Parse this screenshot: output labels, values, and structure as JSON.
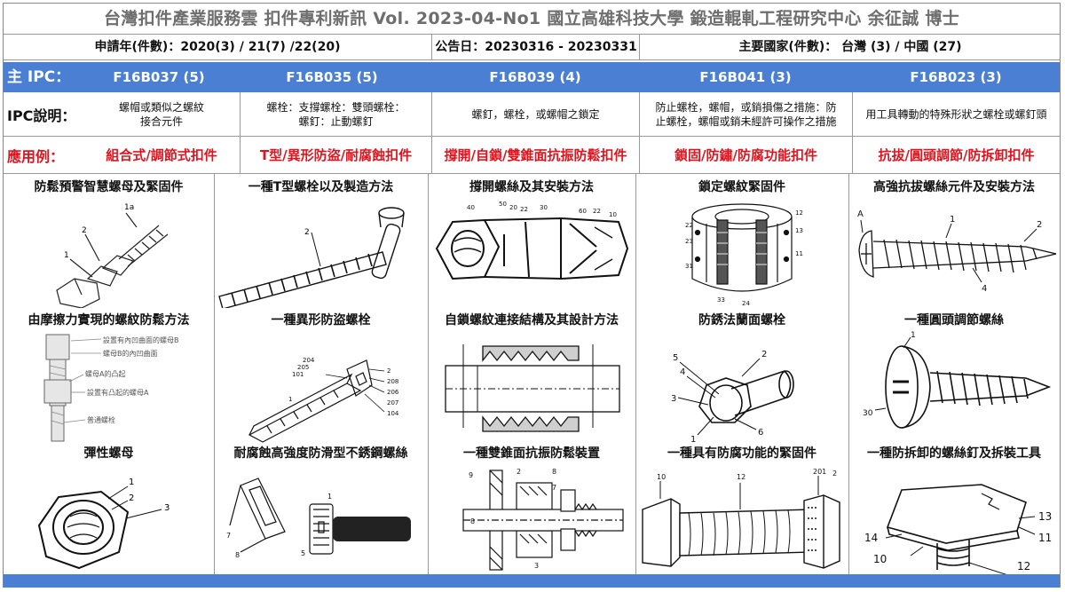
{
  "header": {
    "title": "台灣扣件產業服務雲  扣件專利新訊  Vol. 2023-04-No1  國立高雄科技大學  鍛造輥軋工程研究中心   余征誠 博士"
  },
  "meta": {
    "applications": "申請年(件數)：2020(3) / 21(7) /22(20)",
    "publication": "公告日：20230316 - 20230331",
    "countries": "主要國家(件數)： 台灣 (3) / 中國 (27)"
  },
  "ipc": {
    "label": "主 IPC：",
    "codes": [
      "F16B037 (5)",
      "F16B035 (5)",
      "F16B039 (4)",
      "F16B041 (3)",
      "F16B023 (3)"
    ]
  },
  "ipc_desc": {
    "label": "IPC說明：",
    "items": [
      "螺帽或類似之螺紋\n接合元件",
      "螺栓：支撐螺栓：雙頭螺栓：\n螺釘：止動螺釘",
      "螺釘，螺栓，或螺帽之鎖定",
      "防止螺栓，螺帽，或銷損傷之措施：防\n止螺栓，螺帽或銷未經許可操作之措施",
      "用工具轉動的特殊形狀之螺栓或螺釘頭"
    ]
  },
  "applications": {
    "label": "應用例：",
    "items": [
      "組合式/調節式扣件",
      "T型/異形防盜/耐腐蝕扣件",
      "撐開/自鎖/雙錐面抗振防鬆扣件",
      "鎖固/防鏽/防腐功能扣件",
      "抗拔/圓頭調節/防拆卸扣件"
    ]
  },
  "patents": [
    [
      {
        "title": "防鬆預警智慧螺母及緊固件"
      },
      {
        "title": "由摩擦力實現的螺紋防鬆方法",
        "labels": [
          "設置有內凹曲面的螺母B",
          "螺母B的內凹曲面",
          "螺母A的凸起",
          "設置有凸起的螺母A",
          "普通螺栓"
        ]
      },
      {
        "title": "彈性螺母"
      }
    ],
    [
      {
        "title": "一種T型螺栓以及製造方法"
      },
      {
        "title": "一種異形防盜螺栓"
      },
      {
        "title": "耐腐蝕高強度防滑型不銹鋼螺絲"
      }
    ],
    [
      {
        "title": "撐開螺絲及其安裝方法"
      },
      {
        "title": "自鎖螺紋連接結構及其設計方法"
      },
      {
        "title": "一種雙錐面抗振防鬆裝置"
      }
    ],
    [
      {
        "title": "鎖定螺紋緊固件"
      },
      {
        "title": "防銹法蘭面螺栓"
      },
      {
        "title": "一種具有防腐功能的緊固件"
      }
    ],
    [
      {
        "title": "高強抗拔螺絲元件及安裝方法"
      },
      {
        "title": "一種圓頭調節螺絲"
      },
      {
        "title": "一種防拆卸的螺絲釘及拆裝工具"
      }
    ]
  ],
  "colors": {
    "accent": "#4a7fd4",
    "highlight": "#e0141e"
  }
}
